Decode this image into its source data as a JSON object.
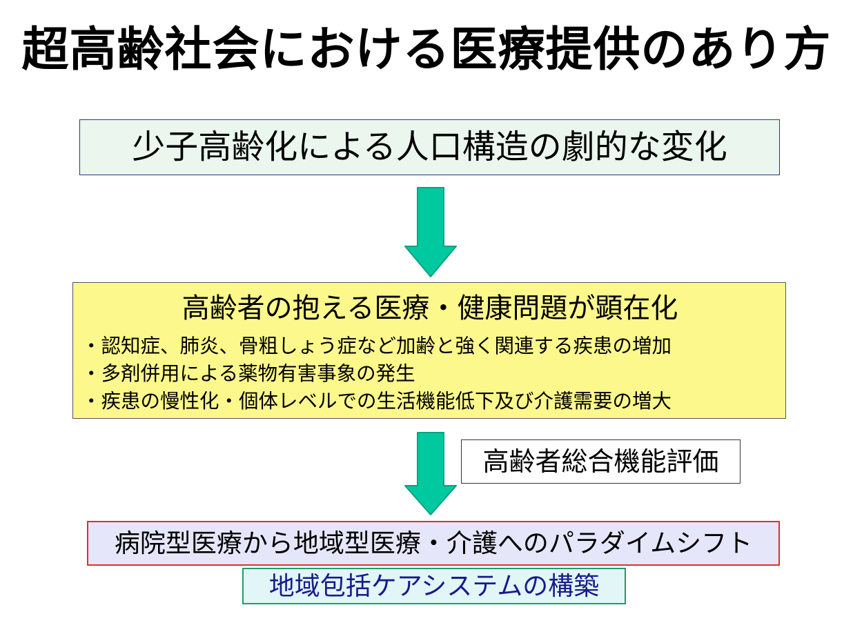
{
  "slide": {
    "title": "超高齢社会における医療提供のあり方",
    "box1_text": "少子高齢化による人口構造の劇的な変化",
    "box2": {
      "heading": "高齢者の抱える医療・健康問題が顕在化",
      "bullets": [
        "・認知症、肺炎、骨粗しょう症など加齢と強く関連する疾患の増加",
        "・多剤併用による薬物有害事象の発生",
        "・疾患の慢性化・個体レベルでの生活機能低下及び介護需要の増大"
      ]
    },
    "box3_text": "高齢者総合機能評価",
    "box4_text": "病院型医療から地域型医療・介護へのパラダイムシフト",
    "box5_text": "地域包括ケアシステムの構築"
  },
  "colors": {
    "arrow_fill": "#00c9a0",
    "arrow_stroke": "#00a37f",
    "box1_bg": "#eaf6ee",
    "box2_bg": "#fdf88c",
    "box4_border": "#e0301e",
    "box4_bg": "#e6e6fb",
    "box5_border": "#1f9c6b",
    "box5_bg": "#e2f6f7",
    "box5_text": "#1a1a8c"
  }
}
